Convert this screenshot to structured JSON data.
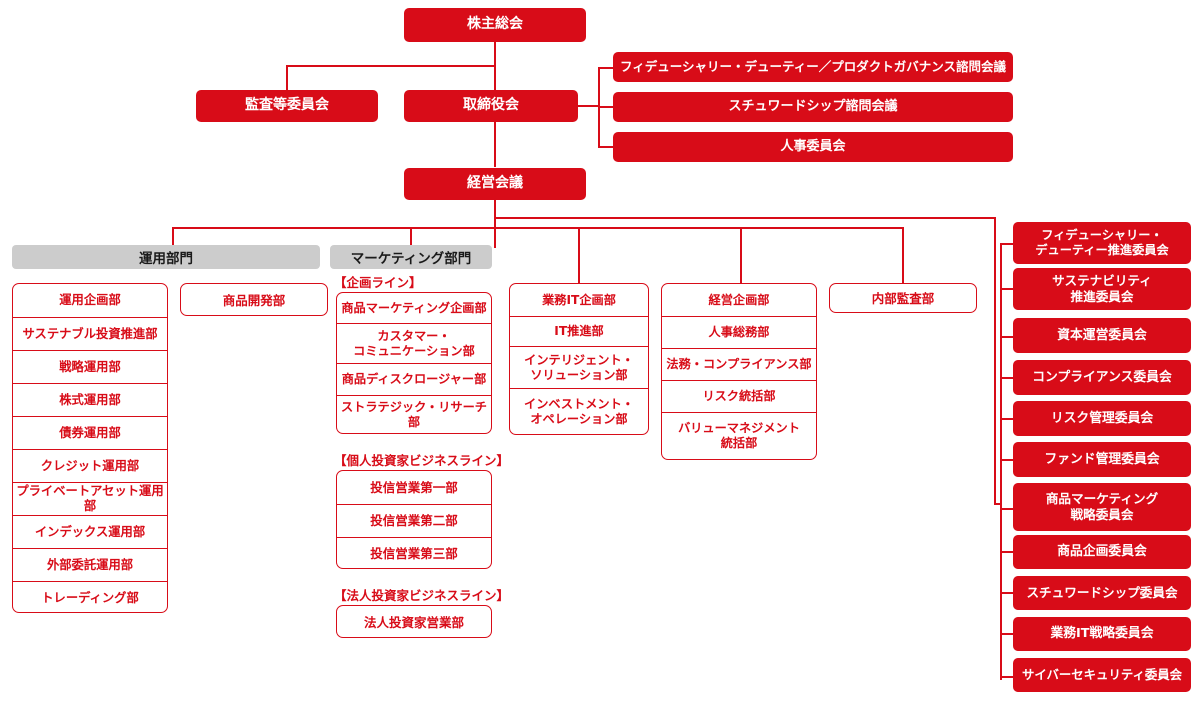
{
  "colors": {
    "brand_red": "#d80c18",
    "header_gray": "#cccccc",
    "text_dark": "#1a1a1a",
    "white": "#ffffff"
  },
  "top": {
    "shareholders_meeting": "株主総会",
    "audit_committee": "監査等委員会",
    "board_of_directors": "取締役会",
    "management_meeting": "経営会議"
  },
  "advisory_councils": [
    "フィデューシャリー・デューティー／プロダクトガバナンス諮問会議",
    "スチュワードシップ諮問会議",
    "人事委員会"
  ],
  "divisions": {
    "investment": "運用部門",
    "marketing": "マーケティング部門"
  },
  "investment_departments": [
    "運用企画部",
    "サステナブル投資推進部",
    "戦略運用部",
    "株式運用部",
    "債券運用部",
    "クレジット運用部",
    "プライベートアセット運用部",
    "インデックス運用部",
    "外部委託運用部",
    "トレーディング部"
  ],
  "product_development": [
    "商品開発部"
  ],
  "marketing_lines": [
    {
      "label": "【企画ライン】",
      "departments": [
        "商品マーケティング企画部",
        "カスタマー・\nコミュニケーション部",
        "商品ディスクロージャー部",
        "ストラテジック・リサーチ部"
      ]
    },
    {
      "label": "【個人投資家ビジネスライン】",
      "departments": [
        "投信営業第一部",
        "投信営業第二部",
        "投信営業第三部"
      ]
    },
    {
      "label": "【法人投資家ビジネスライン】",
      "departments": [
        "法人投資家営業部"
      ]
    }
  ],
  "it_departments": [
    "業務IT企画部",
    "IT推進部",
    "インテリジェント・\nソリューション部",
    "インベストメント・\nオペレーション部"
  ],
  "corporate_departments": [
    "経営企画部",
    "人事総務部",
    "法務・コンプライアンス部",
    "リスク統括部",
    "バリューマネジメント\n統括部"
  ],
  "internal_audit": [
    "内部監査部"
  ],
  "committees": [
    "フィデューシャリー・\nデューティー推進委員会",
    "サステナビリティ\n推進委員会",
    "資本運営委員会",
    "コンプライアンス委員会",
    "リスク管理委員会",
    "ファンド管理委員会",
    "商品マーケティング\n戦略委員会",
    "商品企画委員会",
    "スチュワードシップ委員会",
    "業務IT戦略委員会",
    "サイバーセキュリティ委員会"
  ]
}
